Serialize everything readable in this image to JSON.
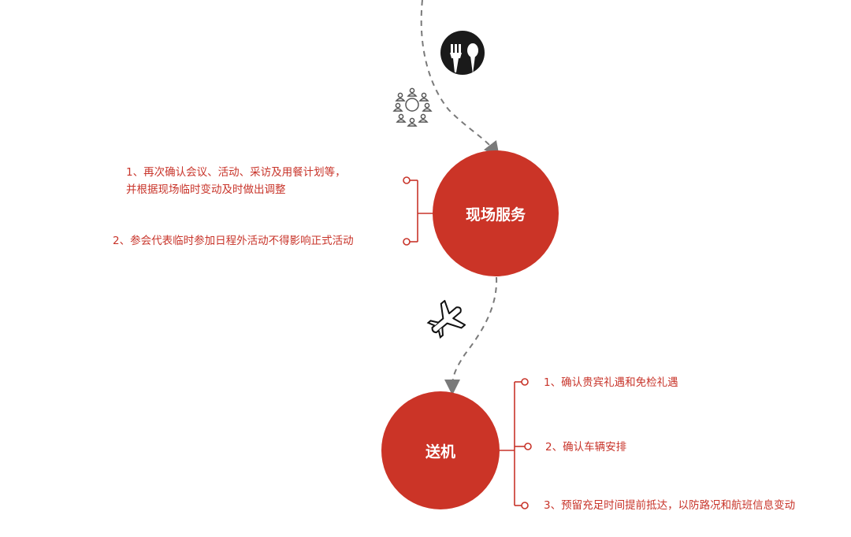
{
  "colors": {
    "accent": "#cb3427",
    "connector": "#c8342a",
    "dashed_path": "#7a7a7a",
    "icon": "#1a1a1a"
  },
  "icons": [
    "dining-icon",
    "meeting-people-icon",
    "airplane-icon"
  ],
  "nodes": {
    "onsite": {
      "label": "现场服务",
      "items": [
        {
          "line1": "1、再次确认会议、活动、采访及用餐计划等，",
          "line2": "并根据现场临时变动及时做出调整"
        },
        {
          "line1": "2、参会代表临时参加日程外活动不得影响正式活动",
          "line2": ""
        }
      ]
    },
    "dropoff": {
      "label": "送机",
      "items": [
        {
          "line1": "1、确认贵宾礼遇和免检礼遇"
        },
        {
          "line1": "2、确认车辆安排"
        },
        {
          "line1": "3、预留充足时间提前抵达，以防路况和航班信息变动"
        }
      ]
    }
  }
}
